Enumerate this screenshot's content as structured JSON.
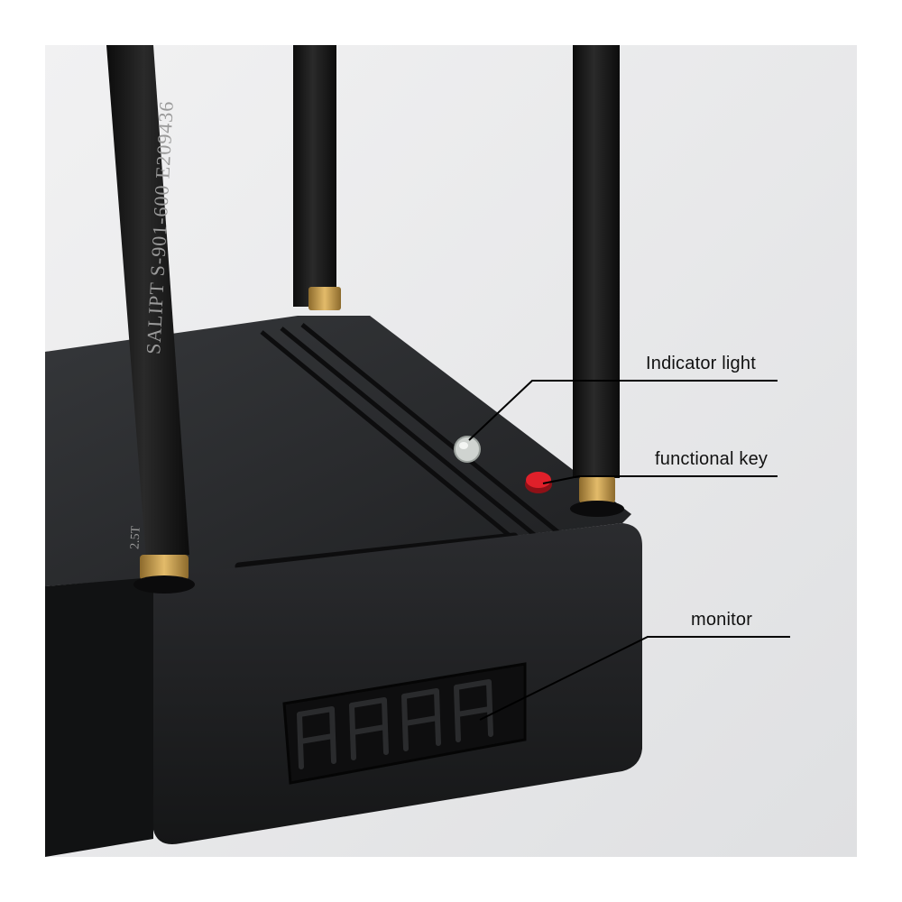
{
  "labels": {
    "indicator": "Indicator light",
    "key": "functional key",
    "monitor": "monitor"
  },
  "antenna_text": {
    "main": "SALIPT S-901-600 E209436",
    "rating": "2.5T"
  },
  "colors": {
    "background": "#e9eaec",
    "device_body": "#1e1f21",
    "antenna": "#141414",
    "brass_connector": "#c79a4a",
    "key_red": "#e0202a",
    "led_lens": "#cfd3d0",
    "callout_line": "#000000"
  }
}
